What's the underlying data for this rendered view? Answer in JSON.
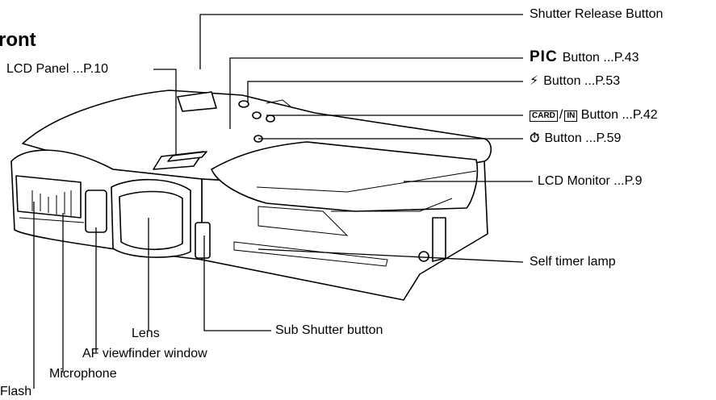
{
  "title": "ront",
  "labels": {
    "shutter_release": "Shutter Release Button",
    "pic_icon": "PIC",
    "pic_button": "Button ...P.43",
    "flash_icon": "⚡",
    "flash_button": "Button ...P.53",
    "card_icon": "CARD",
    "in_icon": "IN",
    "card_in_button": "Button ...P.42",
    "timer_icon": "⏱",
    "timer_button": "Button ...P.59",
    "lcd_monitor": "LCD Monitor ...P.9",
    "self_timer_lamp": "Self timer lamp",
    "sub_shutter": "Sub Shutter button",
    "lens": "Lens",
    "af_viewfinder": "AF viewfinder window",
    "microphone": "Microphone",
    "flash": "Flash",
    "lcd_panel": "LCD Panel ...P.10"
  }
}
